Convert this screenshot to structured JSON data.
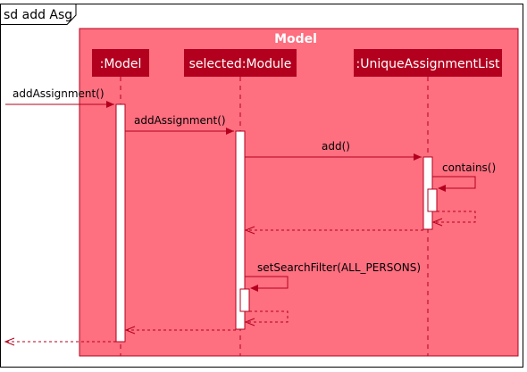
{
  "frame": {
    "label": "sd add Asg"
  },
  "box": {
    "title": "Model",
    "fill": "#FE6F80"
  },
  "colors": {
    "participant_fill": "#B3001E",
    "line": "#B3001E",
    "activation_fill": "#FFFFFF",
    "frame_border": "#000000"
  },
  "participants": [
    {
      "id": "model",
      "label": ":Model"
    },
    {
      "id": "module",
      "label": "selected:Module"
    },
    {
      "id": "ual",
      "label": ":UniqueAssignmentList"
    }
  ],
  "messages": [
    {
      "id": "m1",
      "label": "addAssignment()",
      "from": "external",
      "to": "model",
      "kind": "call"
    },
    {
      "id": "m2",
      "label": "addAssignment()",
      "from": "model",
      "to": "module",
      "kind": "call"
    },
    {
      "id": "m3",
      "label": "add()",
      "from": "module",
      "to": "ual",
      "kind": "call"
    },
    {
      "id": "m4",
      "label": "contains()",
      "from": "ual",
      "to": "ual",
      "kind": "self-call"
    },
    {
      "id": "m5",
      "label": "",
      "from": "ual",
      "to": "ual",
      "kind": "self-return"
    },
    {
      "id": "m6",
      "label": "",
      "from": "ual",
      "to": "module",
      "kind": "return"
    },
    {
      "id": "m7",
      "label": "setSearchFilter(ALL_PERSONS)",
      "from": "module",
      "to": "module",
      "kind": "self-call"
    },
    {
      "id": "m8",
      "label": "",
      "from": "module",
      "to": "module",
      "kind": "self-return"
    },
    {
      "id": "m9",
      "label": "",
      "from": "module",
      "to": "model",
      "kind": "return"
    },
    {
      "id": "m10",
      "label": "",
      "from": "model",
      "to": "external",
      "kind": "return"
    }
  ]
}
